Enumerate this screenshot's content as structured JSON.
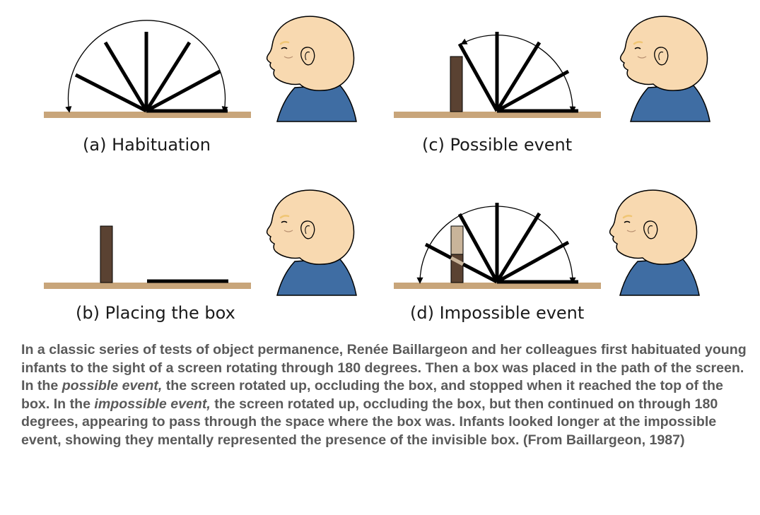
{
  "colors": {
    "table": "#c8a57a",
    "box": "#5a4232",
    "screen": "#000000",
    "skin": "#f8d9b0",
    "shirt": "#3f6da3",
    "eyebrow": "#f0c674",
    "caption": "#5a5a5a"
  },
  "panels": {
    "a": {
      "label": "(a) Habituation"
    },
    "b": {
      "label": "(b) Placing the box"
    },
    "c": {
      "label": "(c) Possible event"
    },
    "d": {
      "label": "(d) Impossible event"
    }
  },
  "icons": [
    "infant-head-icon"
  ],
  "caption": {
    "part1": "In a classic series of tests of object permanence, Renée Baillargeon and her colleagues first habituated young infants to the sight of a screen rotating through 180 degrees. Then a box was placed in the path of the screen. In the ",
    "emph1": "possible event,",
    "part2": " the screen rotated up, occluding the box, and stopped when it reached the top of the box. In the ",
    "emph2": "impossible event,",
    "part3": " the screen rotated up, occluding the box, but then continued on through 180 degrees, appearing to pass through the space where the box was. Infants looked longer at the impossible event, showing they mentally represented the presence of the invisible box. (From Baillargeon, 1987)"
  }
}
